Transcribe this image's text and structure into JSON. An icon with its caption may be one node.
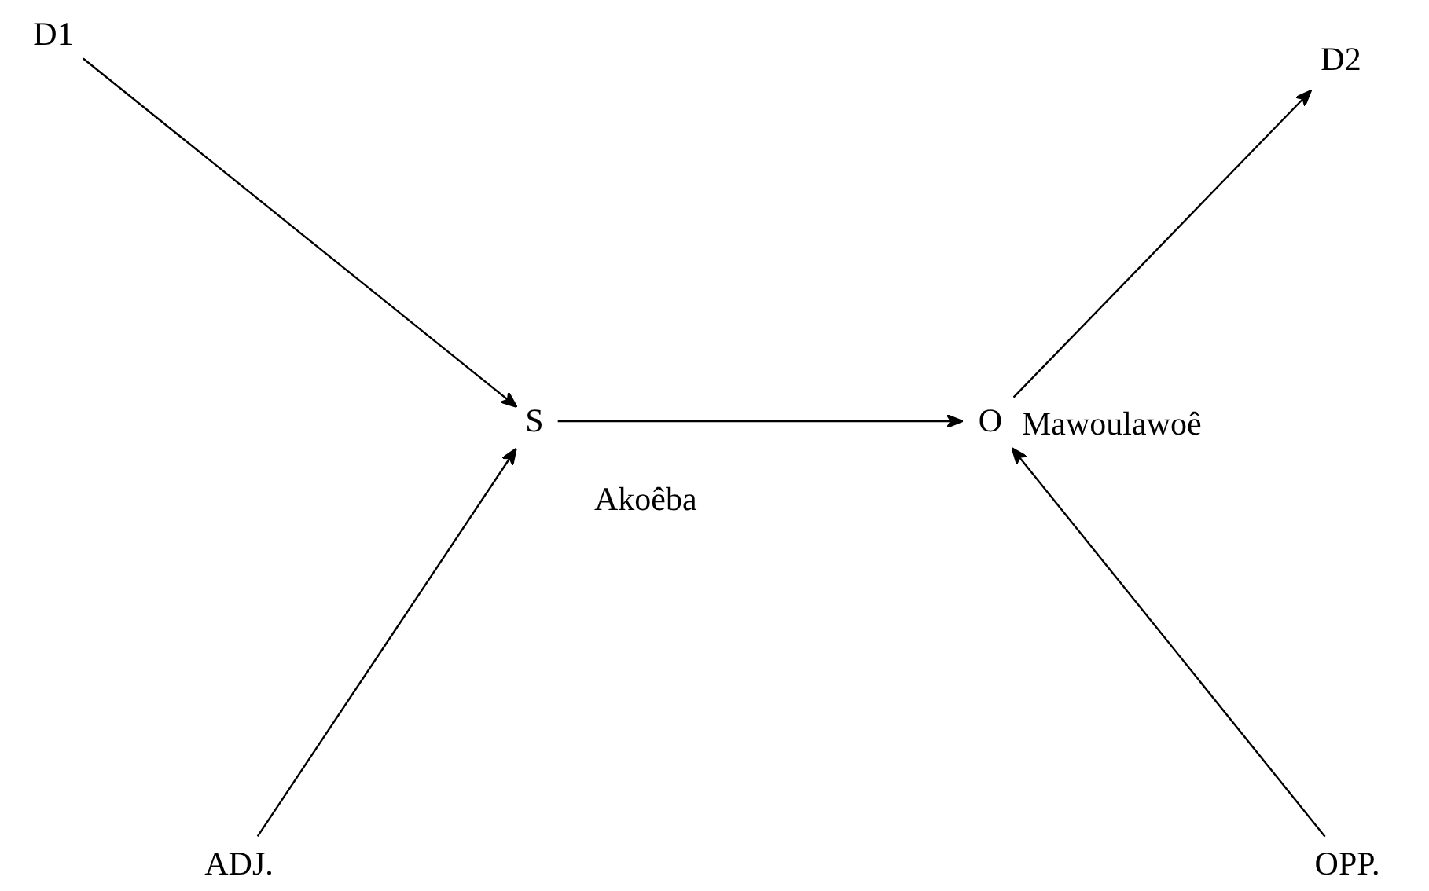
{
  "diagram": {
    "nodes": [
      {
        "text": [
          "D1"
        ]
      },
      {
        "text": [
          "D2"
        ]
      },
      {
        "text": [
          "S"
        ],
        "beside": [
          "Akoêba"
        ]
      },
      {
        "text": [
          "O"
        ],
        "beside": [
          "Mawoulawoê"
        ]
      },
      {
        "text": [
          "ADJ."
        ]
      },
      {
        "text": [
          "OPP."
        ]
      }
    ],
    "edges": [
      {
        "from": 0,
        "to": 2,
        "arrow": "to"
      },
      {
        "from": 2,
        "to": 3,
        "arrow": "to"
      },
      {
        "from": 3,
        "to": 1,
        "arrow": "to"
      },
      {
        "from": 4,
        "to": 2,
        "arrow": "to"
      },
      {
        "from": 5,
        "to": 3,
        "arrow": "to"
      }
    ]
  }
}
